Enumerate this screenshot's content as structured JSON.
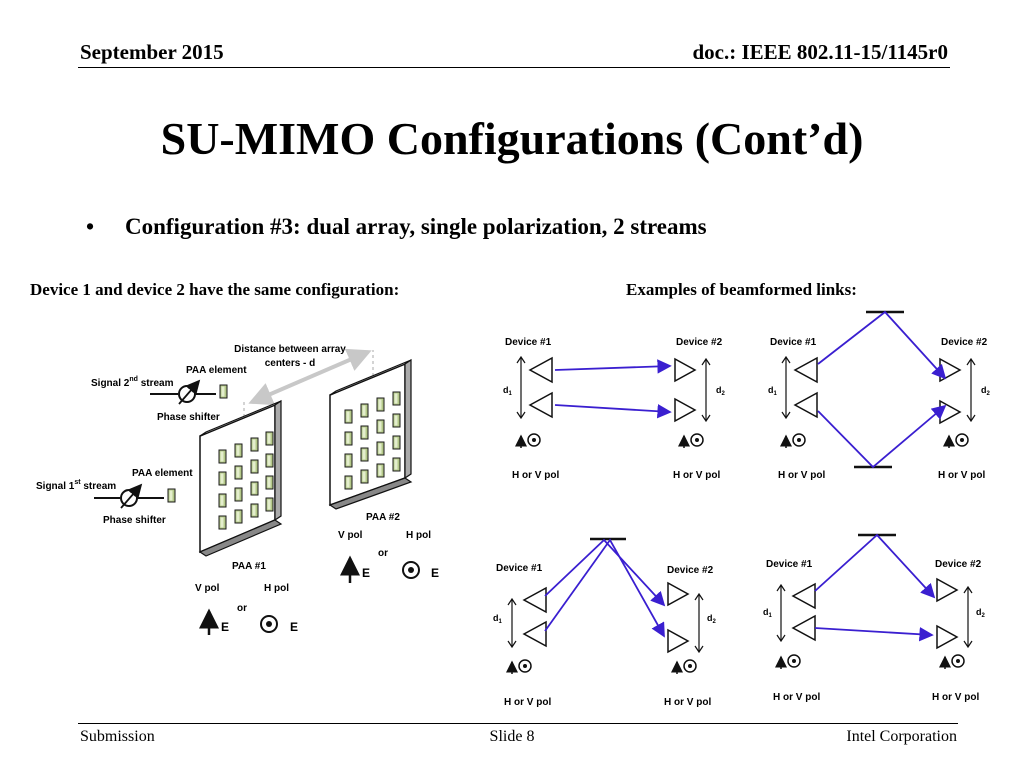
{
  "header": {
    "date": "September 2015",
    "doc": "doc.: IEEE 802.11-15/1145r0"
  },
  "title": "SU-MIMO Configurations (Cont’d)",
  "bullet": {
    "marker": "•",
    "text": "Configuration #3: dual array, single polarization, 2 streams"
  },
  "left_caption": "Device 1 and device 2 have the same configuration:",
  "right_caption": "Examples of beamformed links:",
  "config_diagram": {
    "distance_label_1": "Distance between array",
    "distance_label_2": "centers - d",
    "signal2_prefix": "Signal 2",
    "signal2_sup": "nd",
    "signal2_suffix": " stream",
    "signal1_prefix": "Signal 1",
    "signal1_sup": "st",
    "signal1_suffix": " stream",
    "paa_element": "PAA element",
    "phase_shifter": "Phase shifter",
    "paa1": "PAA #1",
    "paa2": "PAA #2",
    "v_pol": "V pol",
    "h_pol": "H pol",
    "or": "or",
    "e": "E"
  },
  "links": {
    "device1": "Device #1",
    "device2": "Device #2",
    "d1": "d",
    "d2": "d",
    "sub1": "1",
    "sub2": "2",
    "pol": "H or V pol"
  },
  "footer": {
    "left": "Submission",
    "center": "Slide 8",
    "right": "Intel Corporation"
  }
}
